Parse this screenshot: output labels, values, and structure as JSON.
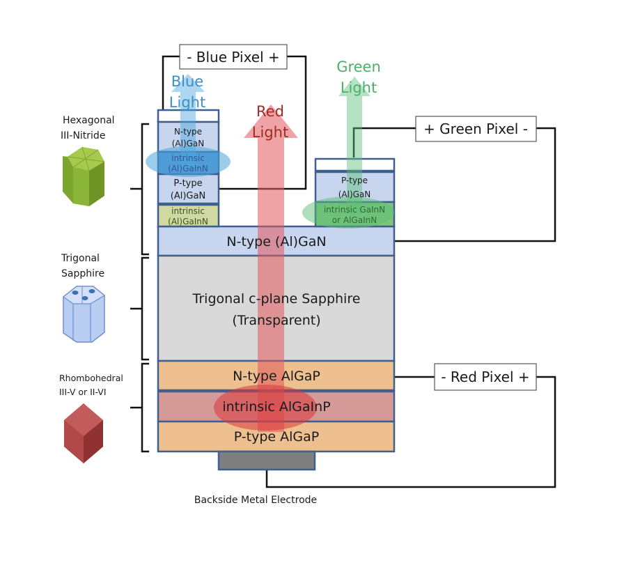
{
  "colors": {
    "layer_border": "#3f5f8f",
    "nitride_blue": "#c7d5ef",
    "nitride_green_well": "#cfd9a0",
    "sapphire_grey": "#d9d9d9",
    "algap_orange": "#efc08f",
    "algainp_rose": "#d49a98",
    "electrode_grey": "#7f7f7f",
    "blue_light": "#4aa6dd",
    "green_light": "#5cbf78",
    "red_light": "#e2575a",
    "blue_text": "#3b8fc9",
    "green_text": "#4caf6a",
    "red_text": "#a32a2a",
    "wire": "#111111"
  },
  "pixels": {
    "blue": {
      "label": "- Blue Pixel +"
    },
    "green": {
      "label": "+ Green Pixel -"
    },
    "red": {
      "label": "- Red Pixel +"
    }
  },
  "light": {
    "blue": [
      "Blue",
      "Light"
    ],
    "green": [
      "Green",
      "Light"
    ],
    "red": [
      "Red",
      "Light"
    ]
  },
  "crystals": {
    "hexagonal": {
      "lines": [
        "Hexagonal",
        "III-Nitride"
      ],
      "icon": "hexagonal-prism-icon"
    },
    "trigonal": {
      "lines": [
        "Trigonal",
        "Sapphire"
      ],
      "icon": "trigonal-prism-icon"
    },
    "rhombohedral": {
      "lines": [
        "Rhombohedral",
        "III-V or II-VI"
      ],
      "icon": "rhombohedron-icon"
    }
  },
  "blue_stack": {
    "layers": [
      {
        "lines": [
          ""
        ]
      },
      {
        "lines": [
          "N-type",
          "(Al)GaN"
        ]
      },
      {
        "lines": [
          "intrinsic",
          "(Al)GaInN"
        ]
      },
      {
        "lines": [
          "P-type",
          "(Al)GaN"
        ]
      },
      {
        "lines": [
          "intrinsic",
          "(Al)GaInN"
        ]
      }
    ]
  },
  "green_stack": {
    "layers": [
      {
        "lines": [
          ""
        ]
      },
      {
        "lines": [
          "P-type",
          "(Al)GaN"
        ]
      },
      {
        "lines": [
          "intrinsic GaInN",
          "or AlGaInN"
        ]
      }
    ]
  },
  "main_stack": {
    "n_algan": "N-type (Al)GaN",
    "sapphire": [
      "Trigonal c-plane Sapphire",
      "(Transparent)"
    ],
    "n_algap": "N-type AlGaP",
    "i_algainp": "intrinsic AlGaInP",
    "p_algap": "P-type AlGaP"
  },
  "electrode_label": "Backside Metal Electrode"
}
